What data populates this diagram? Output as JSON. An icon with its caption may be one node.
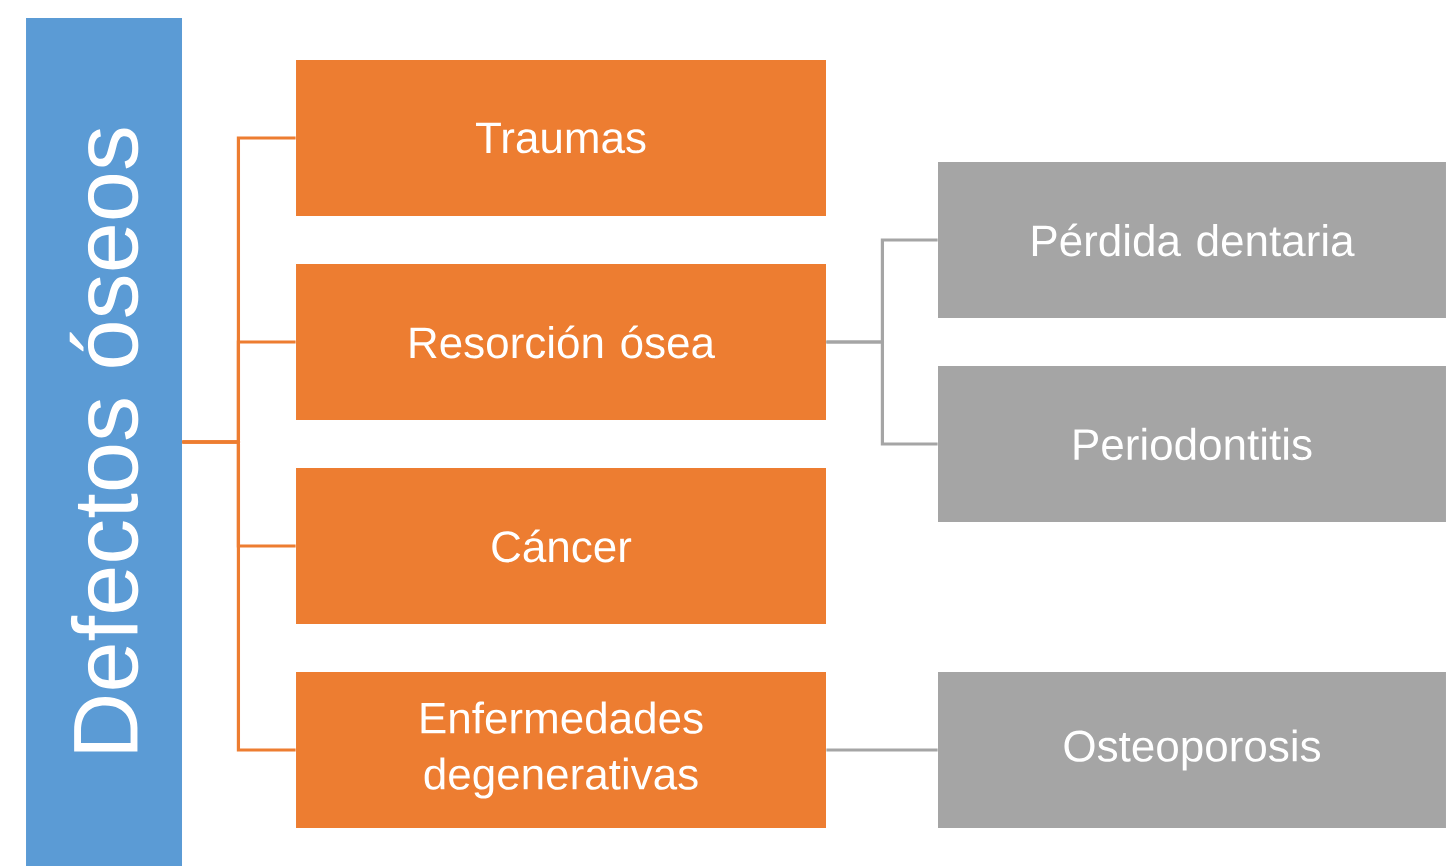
{
  "diagram": {
    "nodes": [
      {
        "text": [
          "Defectos óseos"
        ]
      },
      {
        "text": [
          "Traumas"
        ]
      },
      {
        "text": [
          "Resorción ósea"
        ]
      },
      {
        "text": [
          "Cáncer"
        ]
      },
      {
        "text": [
          "Enfermedades degenerativas"
        ]
      },
      {
        "text": [
          "Pérdida dentaria"
        ]
      },
      {
        "text": [
          "Periodontitis"
        ]
      },
      {
        "text": [
          "Osteoporosis"
        ]
      }
    ],
    "edges": [
      {
        "from": 0,
        "to": 1,
        "arrow": "none"
      },
      {
        "from": 0,
        "to": 2,
        "arrow": "none"
      },
      {
        "from": 0,
        "to": 3,
        "arrow": "none"
      },
      {
        "from": 0,
        "to": 4,
        "arrow": "none"
      },
      {
        "from": 2,
        "to": 5,
        "arrow": "none",
        "color": "#a5a5a5"
      },
      {
        "from": 2,
        "to": 6,
        "arrow": "none",
        "color": "#a5a5a5"
      },
      {
        "from": 4,
        "to": 7,
        "arrow": "none",
        "color": "#a5a5a5"
      }
    ]
  }
}
